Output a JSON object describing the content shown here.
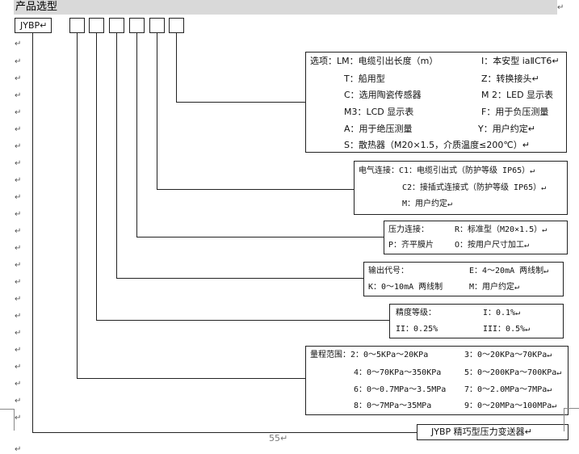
{
  "header": {
    "title": "产品选型"
  },
  "return_mark": "↵",
  "model": {
    "code": "JYBP↵"
  },
  "boxes": {
    "options": {
      "l1a": "选项：LM：电缆引出长度（m）",
      "l1b": "I：本安型 iaⅡCT6↵",
      "l2a": "T：船用型",
      "l2b": "Z：转换接头↵",
      "l3a": "C：选用陶瓷传感器",
      "l3b": "M 2：LED 显示表",
      "l4a": "M3：LCD 显示表",
      "l4b": "F：用于负压测量",
      "l5a": "A：用于绝压测量",
      "l5b": "Y：用户约定↵",
      "l6": "S：散热器（M20×1.5，介质温度≤200℃）↵"
    },
    "electrical": {
      "l1": "电气连接：C1：电缆引出式（防护等级 IP65）↵",
      "l2": "C2：接插式连接式（防护等级 IP65）↵",
      "l3": "M：用户约定↵"
    },
    "pressure": {
      "l1a": "压力连接：",
      "l1b": "R：标准型（M20×1.5）↵",
      "l2a": "P：齐平膜片",
      "l2b": "O：按用户尺寸加工↵"
    },
    "output": {
      "l1a": "输出代号：",
      "l1b": "E：4～20mA 两线制↵",
      "l2a": "K：0～10mA 两线制",
      "l2b": "M：用户约定↵"
    },
    "accuracy": {
      "l1a": "精度等级：",
      "l1b": "I：0.1%↵",
      "l2a": "II：0.25%",
      "l2b": "III：0.5%↵"
    },
    "range": {
      "r1a": "量程范围：2：0～5KPa～20KPa",
      "r1b": "3：0～20KPa～70KPa↵",
      "r2a": "4：0～70KPa～350KPa",
      "r2b": "5：0～200KPa～700KPa↵",
      "r3a": "6：0～0.7MPa～3.5MPa",
      "r3b": "7：0～2.0MPa～7MPa↵",
      "r4a": "8：0～7MPa～35MPa",
      "r4b": "9：0～20MPa～100MPa↵"
    },
    "product": {
      "name": "JYBP 精巧型压力变送器↵"
    }
  },
  "page_number": "55↵"
}
